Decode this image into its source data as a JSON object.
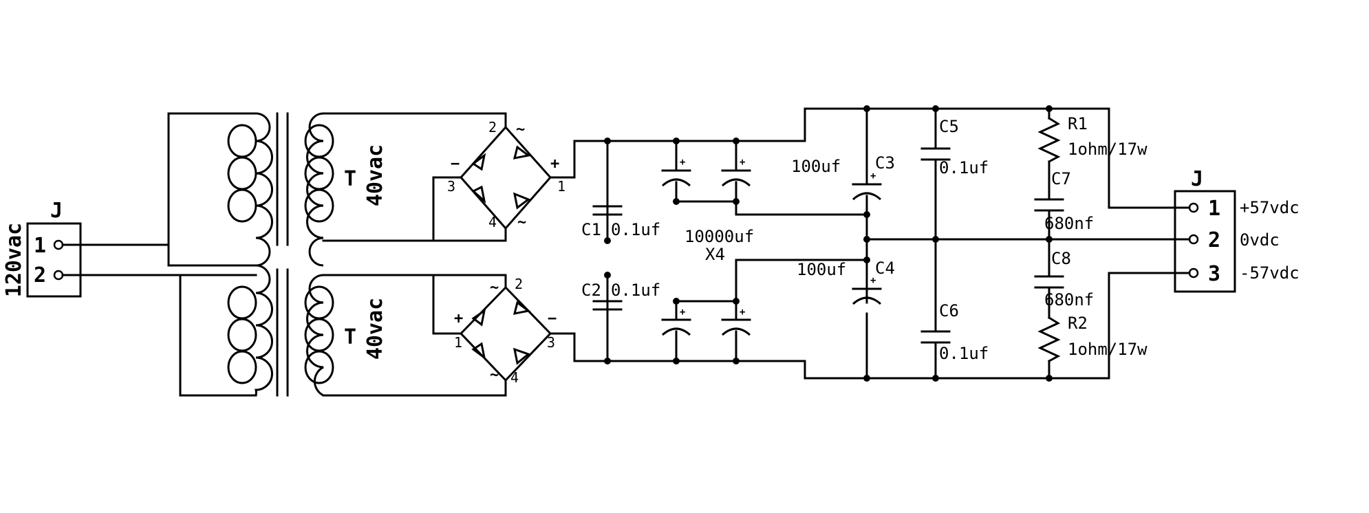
{
  "input": {
    "voltage": "120vac",
    "connector_ref": "J",
    "pins": [
      "1",
      "2"
    ]
  },
  "transformers": [
    {
      "ref": "T",
      "secondary": "40vac"
    },
    {
      "ref": "T",
      "secondary": "40vac"
    }
  ],
  "bridges": [
    {
      "pins": {
        "top": "2",
        "left": "3",
        "right": "1",
        "bottom": "4"
      },
      "signs": {
        "left": "−",
        "right": "+",
        "top": "~",
        "bottom": "~"
      }
    },
    {
      "pins": {
        "top": "2",
        "left": "1",
        "right": "3",
        "bottom": "4"
      },
      "signs": {
        "left": "+",
        "right": "−",
        "top": "~",
        "bottom": "~"
      }
    }
  ],
  "capacitors": {
    "c1": {
      "ref": "C1",
      "value": "0.1uf"
    },
    "c2": {
      "ref": "C2",
      "value": "0.1uf"
    },
    "bulk": {
      "value": "10000uf",
      "count": "X4"
    },
    "c3": {
      "ref": "C3",
      "value": "100uf"
    },
    "c4": {
      "ref": "C4",
      "value": "100uf"
    },
    "c5": {
      "ref": "C5",
      "value": "0.1uf"
    },
    "c6": {
      "ref": "C6",
      "value": "0.1uf"
    },
    "c7": {
      "ref": "C7",
      "value": "680nf"
    },
    "c8": {
      "ref": "C8",
      "value": "680nf"
    }
  },
  "resistors": {
    "r1": {
      "ref": "R1",
      "value": "1ohm/17w"
    },
    "r2": {
      "ref": "R2",
      "value": "1ohm/17w"
    }
  },
  "polarity_mark": "+",
  "output": {
    "connector_ref": "J",
    "pins": [
      {
        "num": "1",
        "label": "+57vdc"
      },
      {
        "num": "2",
        "label": "0vdc"
      },
      {
        "num": "3",
        "label": "-57vdc"
      }
    ]
  }
}
